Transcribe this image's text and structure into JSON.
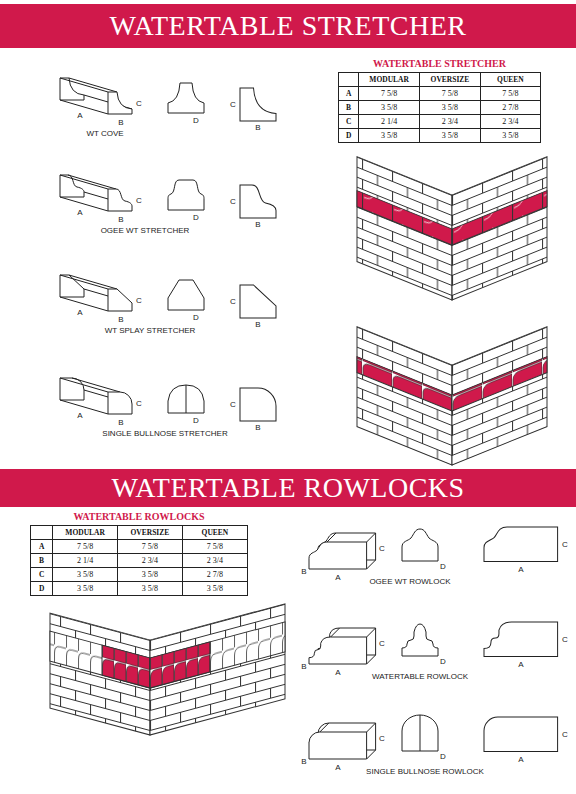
{
  "diagram": {
    "nodes": [
      {
        "text": [
          "WATERTABLE STRETCHER"
        ]
      },
      {
        "text": [
          "WATERTABLE ROWLOCKS"
        ]
      }
    ],
    "labels": [
      "WATERTABLE STRETCHER",
      "MODULAR",
      "OVERSIZE",
      "QUEEN",
      "A",
      "7 5/8",
      "7 5/8",
      "7 5/8",
      "B",
      "3 5/8",
      "3 5/8",
      "2 7/8",
      "C",
      "2 1/4",
      "2 3/4",
      "2 3/4",
      "D",
      "3 5/8",
      "3 5/8",
      "3 5/8",
      "A",
      "B",
      "C",
      "D",
      "C",
      "B",
      "WT COVE",
      "A",
      "B",
      "C",
      "D",
      "C",
      "B",
      "OGEE WT STRETCHER",
      "A",
      "B",
      "C",
      "D",
      "C",
      "B",
      "WT SPLAY STRETCHER",
      "A",
      "B",
      "C",
      "D",
      "C",
      "B",
      "SINGLE BULLNOSE STRETCHER",
      "WATERTABLE ROWLOCKS",
      "MODULAR",
      "OVERSIZE",
      "QUEEN",
      "A",
      "7 5/8",
      "7 5/8",
      "7 5/8",
      "B",
      "2 1/4",
      "2 3/4",
      "2 3/4",
      "C",
      "3 5/8",
      "3 5/8",
      "2 7/8",
      "D",
      "3 5/8",
      "3 5/8",
      "3 5/8",
      "B",
      "A",
      "C",
      "D",
      "C",
      "A",
      "OGEE WT ROWLOCK",
      "B",
      "A",
      "C",
      "D",
      "C",
      "A",
      "WATERTABLE ROWLOCK",
      "B",
      "A",
      "C",
      "D",
      "C",
      "A",
      "SINGLE BULLNOSE ROWLOCK"
    ]
  }
}
